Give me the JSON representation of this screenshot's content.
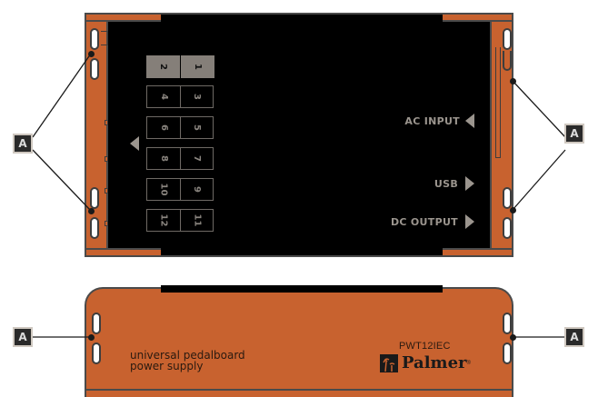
{
  "colors": {
    "chassis": "#c8622f",
    "panel": "#000000",
    "outline": "#4a4a4a",
    "label_text": "#9b958e",
    "port_active": "#857f79",
    "badge_bg": "#2a2a2a"
  },
  "callout_label": "A",
  "top_view": {
    "outputs": [
      {
        "id": "1",
        "label": "1",
        "active": true
      },
      {
        "id": "2",
        "label": "2",
        "active": true
      },
      {
        "id": "3",
        "label": "3",
        "active": false
      },
      {
        "id": "4",
        "label": "4",
        "active": false
      },
      {
        "id": "5",
        "label": "5",
        "active": false
      },
      {
        "id": "6",
        "label": "6",
        "active": false
      },
      {
        "id": "7",
        "label": "7",
        "active": false
      },
      {
        "id": "8",
        "label": "8",
        "active": false
      },
      {
        "id": "9",
        "label": "9",
        "active": false
      },
      {
        "id": "10",
        "label": "10",
        "active": false
      },
      {
        "id": "11",
        "label": "11",
        "active": false
      },
      {
        "id": "12",
        "label": "12",
        "active": false
      }
    ],
    "io_labels": {
      "ac_input": "AC INPUT",
      "usb": "USB",
      "dc_output": "DC OUTPUT"
    }
  },
  "side_view": {
    "tagline_line1": "universal pedalboard",
    "tagline_line2": "power supply",
    "model": "PWT12IEC",
    "brand": "Palmer",
    "registered": "®"
  }
}
